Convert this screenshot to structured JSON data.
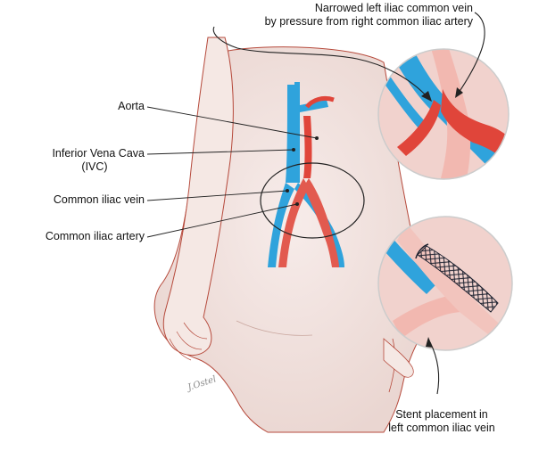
{
  "labels": {
    "aorta": "Aorta",
    "ivc_line1": "Inferior Vena Cava",
    "ivc_line2": "(IVC)",
    "common_iliac_vein": "Common iliac vein",
    "common_iliac_artery": "Common iliac artery",
    "narrowed_line1": "Narrowed left iliac common vein",
    "narrowed_line2": "by pressure from right common iliac artery",
    "stent_line1": "Stent placement in",
    "stent_line2": "left common iliac vein"
  },
  "signature": "J.Ostel",
  "colors": {
    "vein": "#2fa3dc",
    "artery": "#e0453a",
    "skin": "#f2e4df",
    "body_outline": "#b64a3c",
    "leader": "#222222"
  }
}
